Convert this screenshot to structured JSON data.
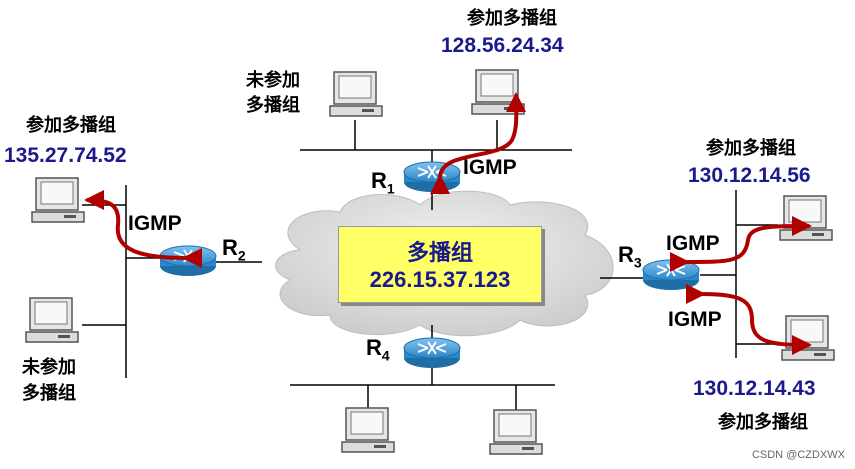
{
  "title_top": "参加多播组",
  "ip_top": "128.56.24.34",
  "label_not_joined_top_line1": "未参加",
  "label_not_joined_top_line2": "多播组",
  "label_left_join": "参加多播组",
  "ip_left": "135.27.74.52",
  "label_right_join_top": "参加多播组",
  "ip_right_top": "130.12.14.56",
  "ip_right_bottom": "130.12.14.43",
  "label_right_join_bottom": "参加多播组",
  "label_not_joined_left_line1": "未参加",
  "label_not_joined_left_line2": "多播组",
  "center_title": "多播组",
  "center_ip": "226.15.37.123",
  "igmp": "IGMP",
  "routers": {
    "r1": "R",
    "r1_sub": "1",
    "r2": "R",
    "r2_sub": "2",
    "r3": "R",
    "r3_sub": "3",
    "r4": "R",
    "r4_sub": "4"
  },
  "watermark": "CSDN @CZDXWX",
  "colors": {
    "arrow": "#b00000",
    "router": "#3a9ad9",
    "cloud": "#d7d7d7",
    "highlight_box": "#ffff66",
    "ip_text": "#1a1a8c"
  }
}
